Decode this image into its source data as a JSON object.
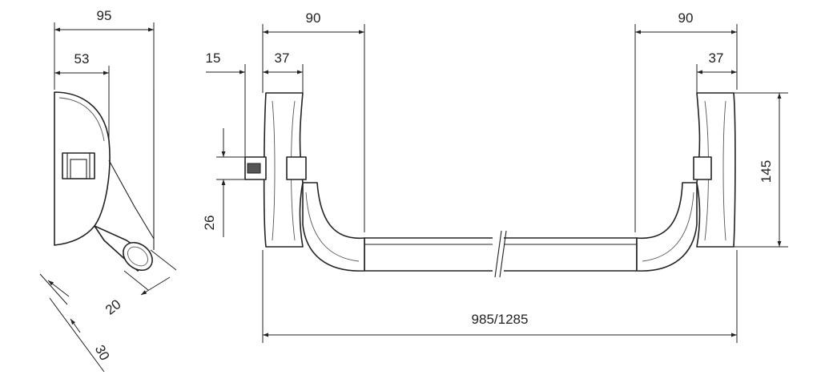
{
  "dimensions": {
    "side_total_width": "95",
    "side_body_width": "53",
    "handle_diameter": "20",
    "handle_offset": "30",
    "left_bracket_width": "90",
    "left_mount_offset": "15",
    "left_plate_width": "37",
    "latch_height": "26",
    "right_bracket_width": "90",
    "right_plate_width": "37",
    "bracket_height": "145",
    "bar_length": "985/1285"
  },
  "colors": {
    "line": "#222222",
    "background": "#ffffff"
  }
}
